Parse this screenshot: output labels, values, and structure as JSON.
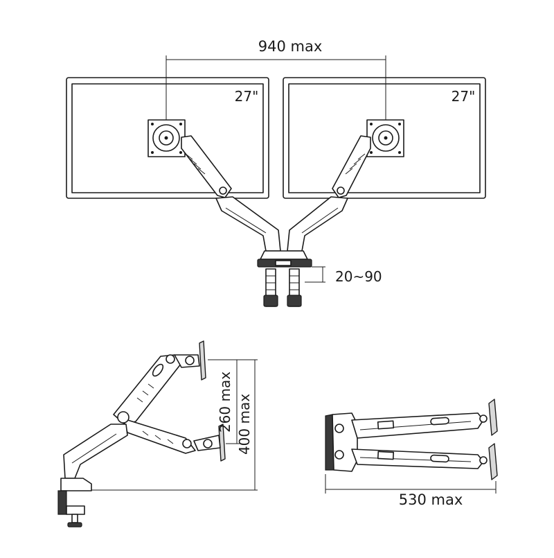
{
  "front_view": {
    "span_label": "940 max",
    "left_monitor_size": "27\"",
    "right_monitor_size": "27\"",
    "clamp_range_label": "20~90"
  },
  "side_view": {
    "arm_range_label": "260 max",
    "height_label": "400 max"
  },
  "top_view": {
    "reach_label": "530 max"
  },
  "colors": {
    "line": "#1a1a1a",
    "fill_light": "#d9d9d9",
    "fill_dark": "#3a3a3a",
    "background": "#ffffff"
  }
}
